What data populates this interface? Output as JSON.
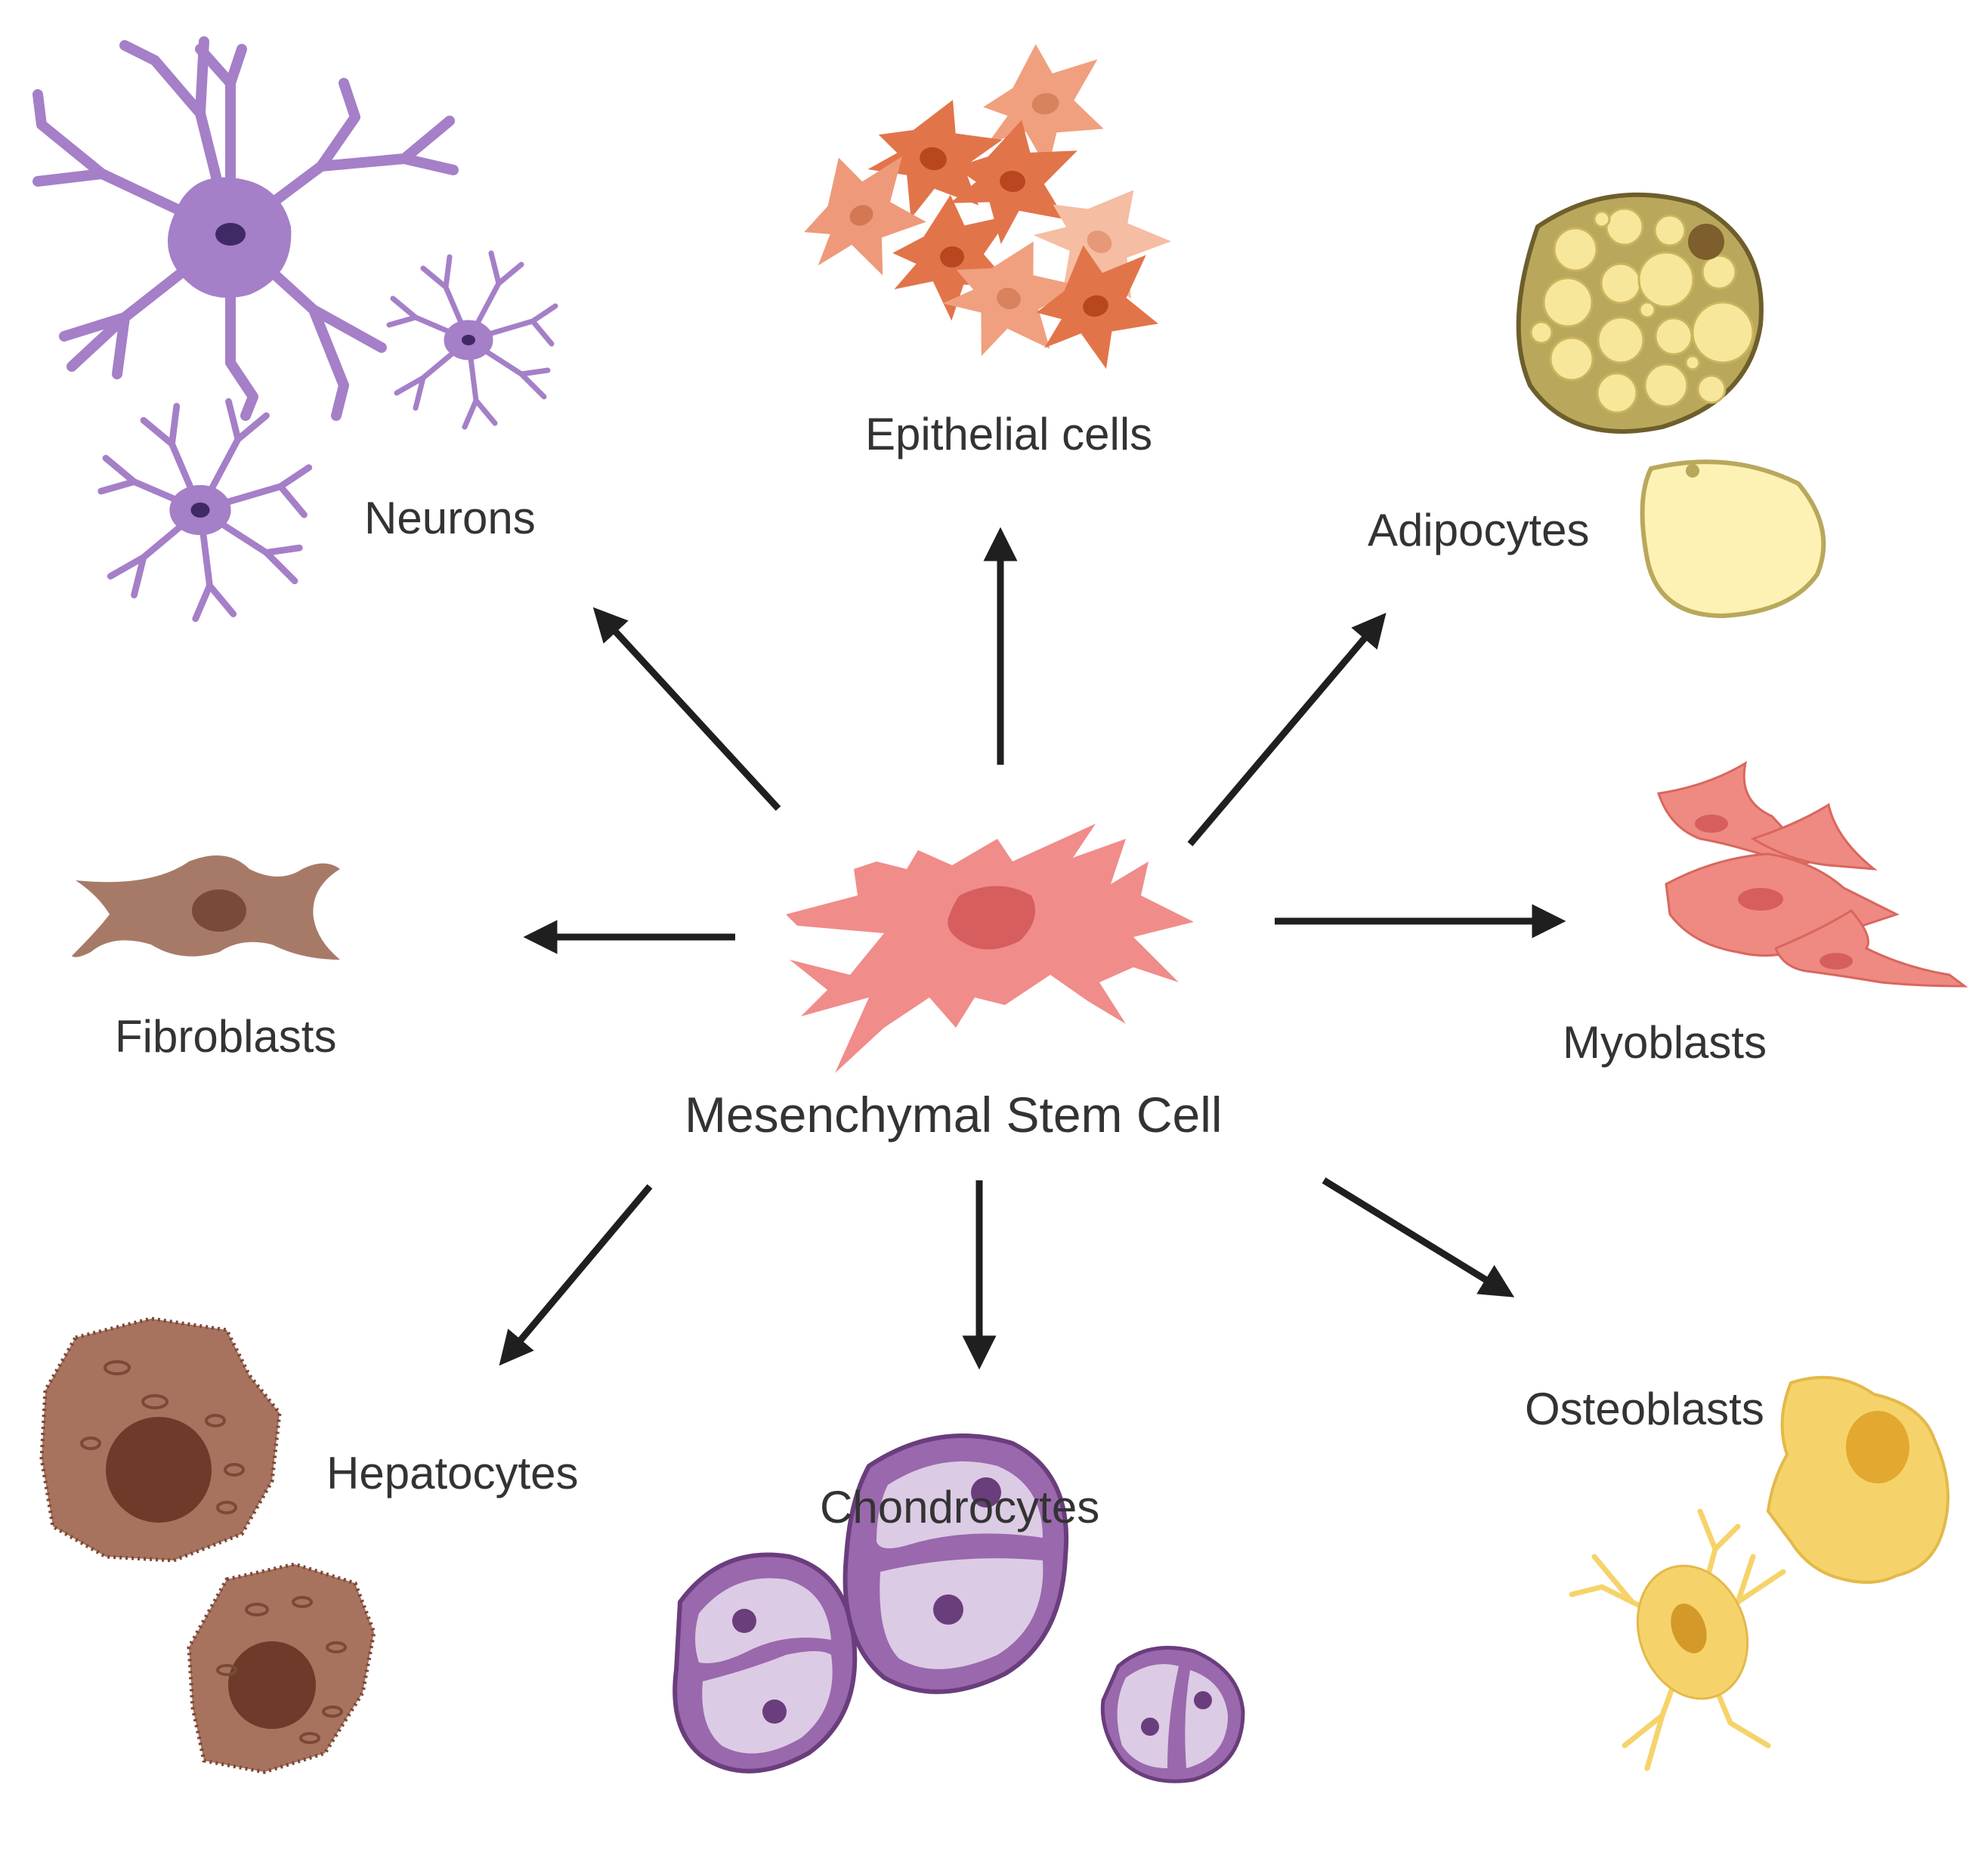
{
  "center": {
    "label": "Mesenchymal Stem Cell"
  },
  "cell_types": [
    {
      "id": "neurons",
      "label": "Neurons",
      "icon": "neuron-icon"
    },
    {
      "id": "epithelial",
      "label": "Epithelial cells",
      "icon": "epithelial-cell-icon"
    },
    {
      "id": "adipocytes",
      "label": "Adipocytes",
      "icon": "adipocyte-icon"
    },
    {
      "id": "fibroblasts",
      "label": "Fibroblasts",
      "icon": "fibroblast-icon"
    },
    {
      "id": "myoblasts",
      "label": "Myoblasts",
      "icon": "myoblast-icon"
    },
    {
      "id": "hepatocytes",
      "label": "Hepatocytes",
      "icon": "hepatocyte-icon"
    },
    {
      "id": "chondrocytes",
      "label": "Chondrocytes",
      "icon": "chondrocyte-icon"
    },
    {
      "id": "osteoblasts",
      "label": "Osteoblasts",
      "icon": "osteoblast-icon"
    }
  ],
  "colors": {
    "neuron": "#a57fc7",
    "epithelial": "#e2744a",
    "adipocyte": "#efdb8e",
    "fibroblast": "#a77a68",
    "stem_cell": "#f08c8a",
    "myoblast": "#ee8a82",
    "hepatocyte": "#a7725e",
    "chondrocyte": "#9a68ad",
    "osteoblast": "#f6d36a",
    "arrow": "#1f1f1f"
  }
}
